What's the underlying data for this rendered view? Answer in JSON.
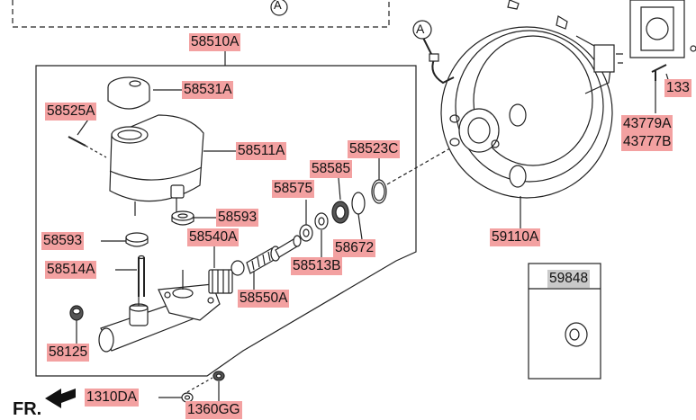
{
  "labels": {
    "assembly": "58510A",
    "reservoir_cap": "58531A",
    "pin": "58525A",
    "reservoir": "58511A",
    "sealing_ring": "58523C",
    "retainer": "58585",
    "washer": "58575",
    "grommet_right": "58593",
    "grommet_left": "58593",
    "piston_secondary": "58540A",
    "snap_ring": "58672",
    "spring_pin": "58514A",
    "piston_primary": "58513B",
    "booster": "59110A",
    "piston_spring": "58550A",
    "kit": "59848",
    "nut_cap": "58125",
    "nut_flange": "1310DA",
    "washer_bottom": "1360GG",
    "bolt_a": "43779A",
    "bolt_b": "43777B",
    "top_partial": "133"
  },
  "refs": {
    "a_top": "A",
    "a_booster": "A"
  },
  "front": {
    "text": "FR."
  },
  "colors": {
    "highlight": "#f3a1a1",
    "kit_label": "#c9c9c9",
    "line": "#222222"
  }
}
